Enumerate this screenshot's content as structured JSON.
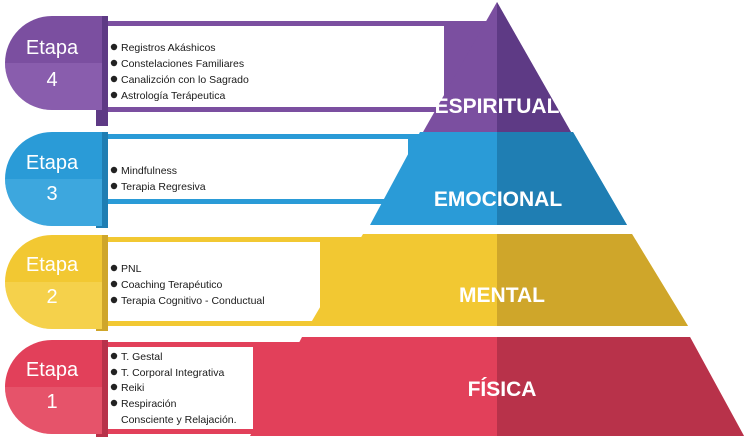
{
  "stages": [
    {
      "tab_word": "Etapa",
      "tab_number": "4",
      "level": "ESPIRITUAL",
      "colors": {
        "main": "#7b4fa0",
        "dark": "#5e3a85",
        "tab_light": "#9669b8"
      },
      "items": [
        "Registros Akáshicos",
        "Constelaciones Familiares",
        "Canalizción con lo Sagrado",
        "Astrología Terápeutica"
      ]
    },
    {
      "tab_word": "Etapa",
      "tab_number": "3",
      "level": "EMOCIONAL",
      "colors": {
        "main": "#2a9bd7",
        "dark": "#1f7eb3",
        "tab_light": "#4cb0e3"
      },
      "items": [
        "Mindfulness",
        "Terapia Regresiva"
      ]
    },
    {
      "tab_word": "Etapa",
      "tab_number": "2",
      "level": "MENTAL",
      "colors": {
        "main": "#f2c832",
        "dark": "#cfa62a",
        "tab_light": "#f7d860"
      },
      "items": [
        "PNL",
        "Coaching Terapéutico",
        "Terapia Cognitivo - Conductual"
      ]
    },
    {
      "tab_word": "Etapa",
      "tab_number": "1",
      "level": "FÍSICA",
      "colors": {
        "main": "#e2405a",
        "dark": "#b8324a",
        "tab_light": "#ea6378"
      },
      "items": [
        "T. Gestal",
        "T. Corporal Integrativa",
        "Reiki",
        "Respiración",
        "Consciente y Relajación."
      ]
    }
  ]
}
